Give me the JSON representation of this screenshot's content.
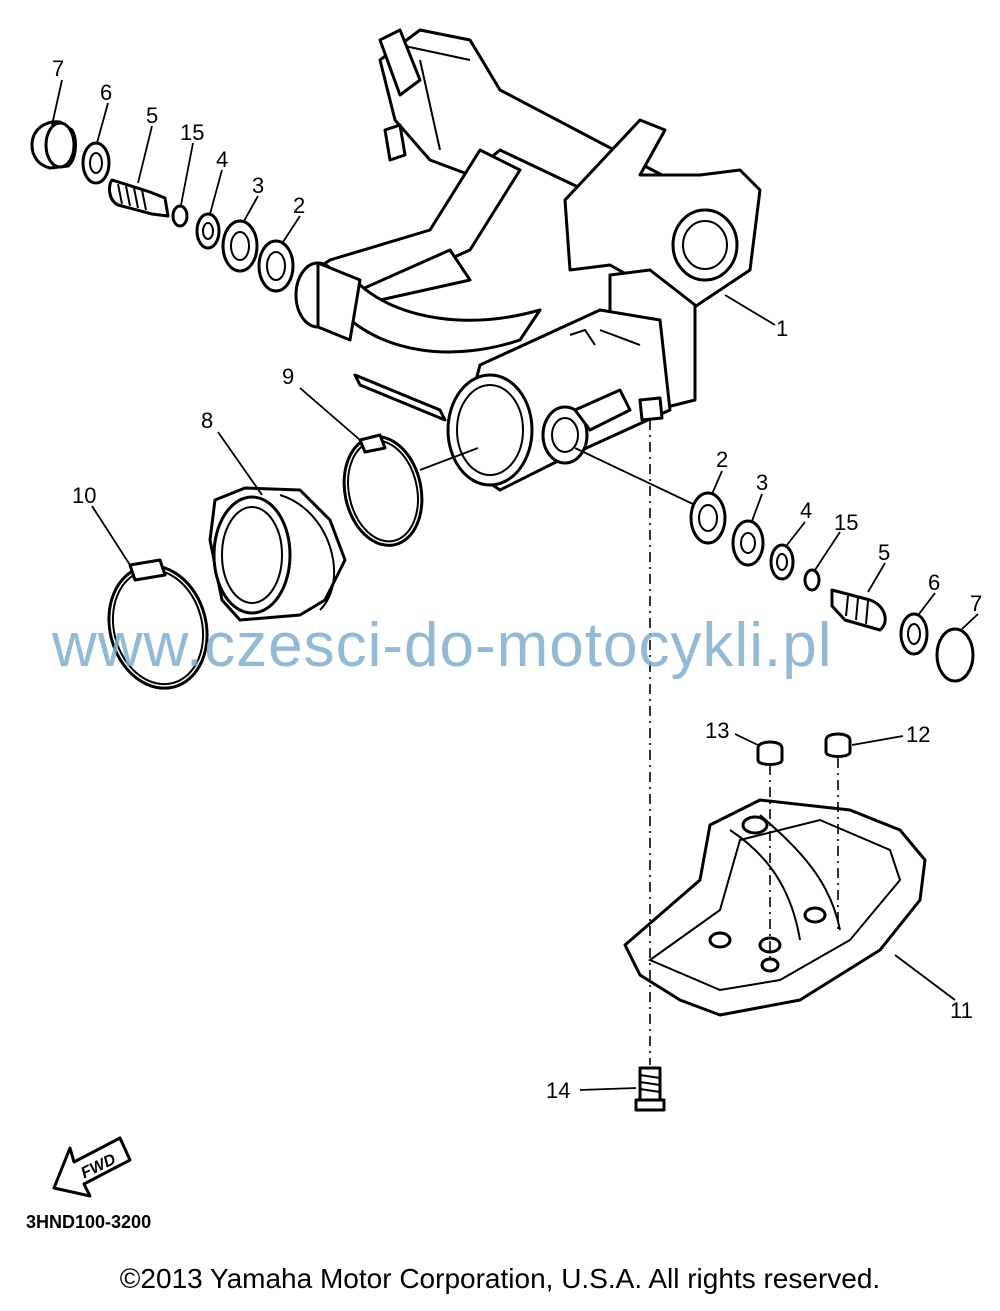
{
  "diagram": {
    "part_code": "3HND100-3200",
    "fwd_label": "FWD",
    "watermark": "www.czesci-do-motocykli.pl",
    "copyright": "©2013 Yamaha Motor Corporation, U.S.A. All rights reserved.",
    "callouts": {
      "c7a": "7",
      "c6a": "6",
      "c5a": "5",
      "c15a": "15",
      "c4a": "4",
      "c3a": "3",
      "c2a": "2",
      "c1": "1",
      "c9": "9",
      "c8": "8",
      "c10": "10",
      "c2b": "2",
      "c3b": "3",
      "c4b": "4",
      "c15b": "15",
      "c5b": "5",
      "c6b": "6",
      "c7b": "7",
      "c13": "13",
      "c12": "12",
      "c11": "11",
      "c14": "14"
    }
  }
}
